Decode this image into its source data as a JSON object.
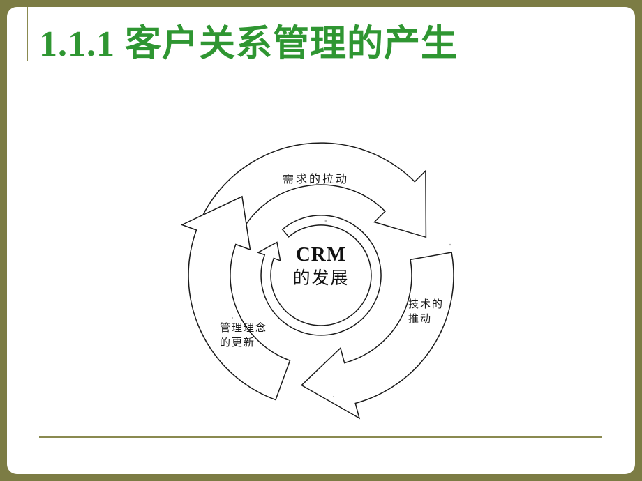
{
  "slide": {
    "title": "1.1.1 客户关系管理的产生",
    "colors": {
      "page_background": "#7C7C44",
      "slide_background": "#FFFFFF",
      "accent_lines": "#8A8A50",
      "title_text": "#2F9632",
      "diagram_ink": "#1A1A1A"
    }
  },
  "diagram": {
    "center": {
      "line1": "CRM",
      "line2": "的发展"
    },
    "labels": {
      "top": "需求的拉动",
      "right": {
        "line1": "技术的",
        "line2": "推动"
      },
      "bottom_left": {
        "line1": "管理理念",
        "line2": "的更新"
      }
    }
  }
}
